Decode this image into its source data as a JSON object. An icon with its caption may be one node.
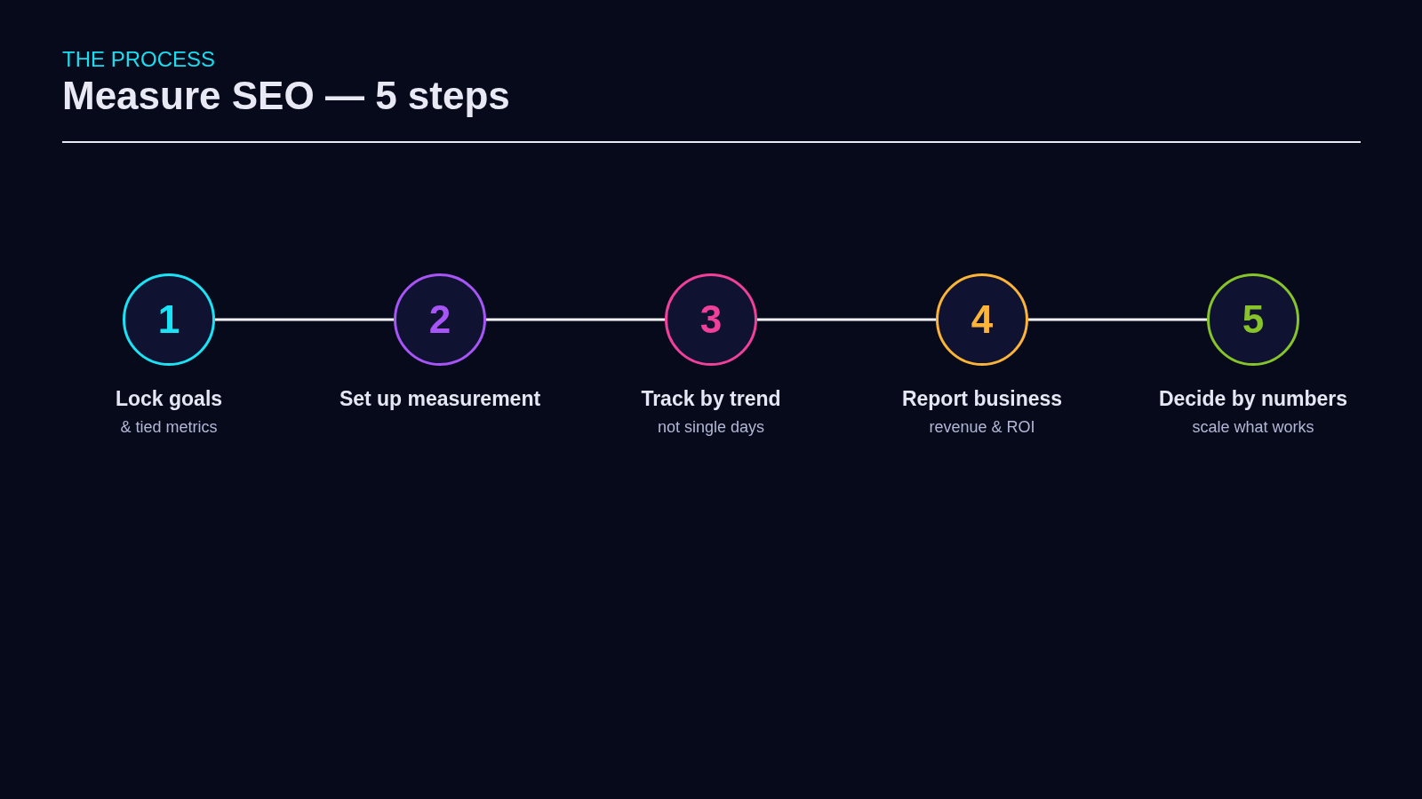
{
  "diagram": {
    "title": "Measure SEO — 5 steps",
    "nodes": [
      {
        "text": [
          "1"
        ],
        "beside": [
          "Lock goals",
          "& tied metrics"
        ]
      },
      {
        "text": [
          "2"
        ],
        "beside": [
          "Set up measurement"
        ]
      },
      {
        "text": [
          "3"
        ],
        "beside": [
          "Track by trend",
          "not single days"
        ]
      },
      {
        "text": [
          "4"
        ],
        "beside": [
          "Report business",
          "revenue & ROI"
        ]
      },
      {
        "text": [
          "5"
        ],
        "beside": [
          "Decide by numbers",
          "scale what works"
        ]
      }
    ],
    "edges": [
      {
        "from": 0,
        "to": 1,
        "arrow": "none"
      },
      {
        "from": 1,
        "to": 2,
        "arrow": "none"
      },
      {
        "from": 2,
        "to": 3,
        "arrow": "none"
      },
      {
        "from": 3,
        "to": 4,
        "arrow": "none"
      }
    ],
    "labels": [
      "THE PROCESS"
    ]
  }
}
